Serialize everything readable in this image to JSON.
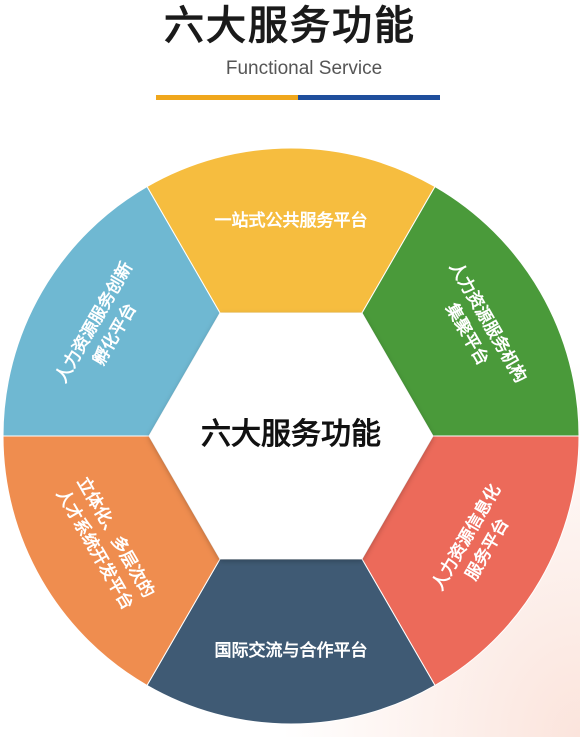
{
  "header": {
    "title": "六大服务功能",
    "subtitle": "Functional Service",
    "underline_colors": [
      "#f0a71c",
      "#1f4e9c"
    ]
  },
  "center": {
    "label": "六大服务功能"
  },
  "segments": [
    {
      "id": "top",
      "lines": [
        "一站式公共服务平台"
      ],
      "color": "#f6bd3f"
    },
    {
      "id": "upper-right",
      "lines": [
        "人力资源服务机构",
        "集聚平台"
      ],
      "color": "#4a9a3a"
    },
    {
      "id": "lower-right",
      "lines": [
        "人力资源信息化",
        "服务平台"
      ],
      "color": "#ec6a5a"
    },
    {
      "id": "bottom",
      "lines": [
        "国际交流与合作平台"
      ],
      "color": "#3f5a74"
    },
    {
      "id": "lower-left",
      "lines": [
        "立体化、多层次的",
        "人才系统开发平台"
      ],
      "color": "#ef8d4f"
    },
    {
      "id": "upper-left",
      "lines": [
        "人力资源服务创新",
        "孵化平台"
      ],
      "color": "#6fb8d2"
    }
  ]
}
